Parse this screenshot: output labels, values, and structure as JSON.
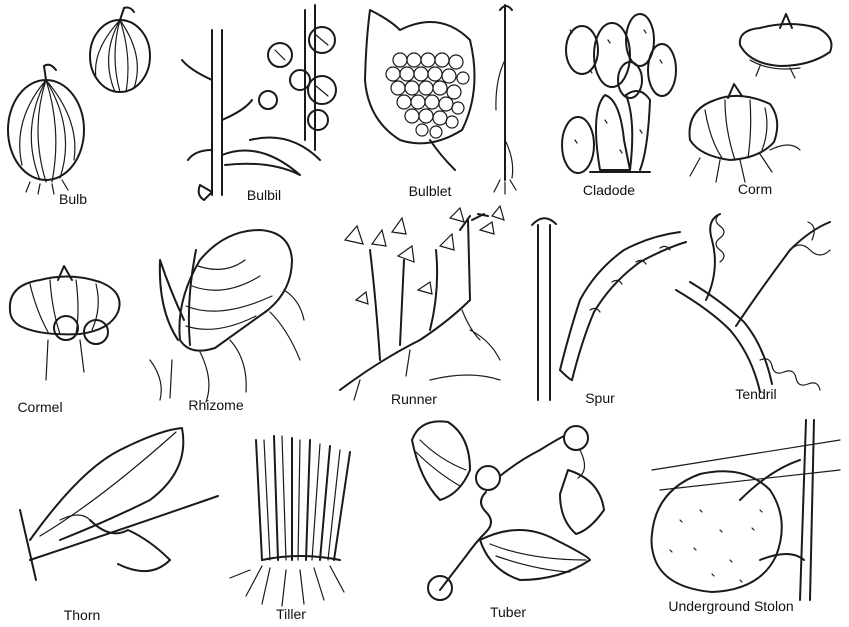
{
  "labels": {
    "bulb": "Bulb",
    "bulbil": "Bulbil",
    "bulblet": "Bulblet",
    "cladode": "Cladode",
    "corm": "Corm",
    "cormel": "Cormel",
    "rhizome": "Rhizome",
    "runner": "Runner",
    "spur": "Spur",
    "tendril": "Tendril",
    "thorn": "Thorn",
    "tiller": "Tiller",
    "tuber": "Tuber",
    "underground_stolon": "Underground Stolon"
  }
}
